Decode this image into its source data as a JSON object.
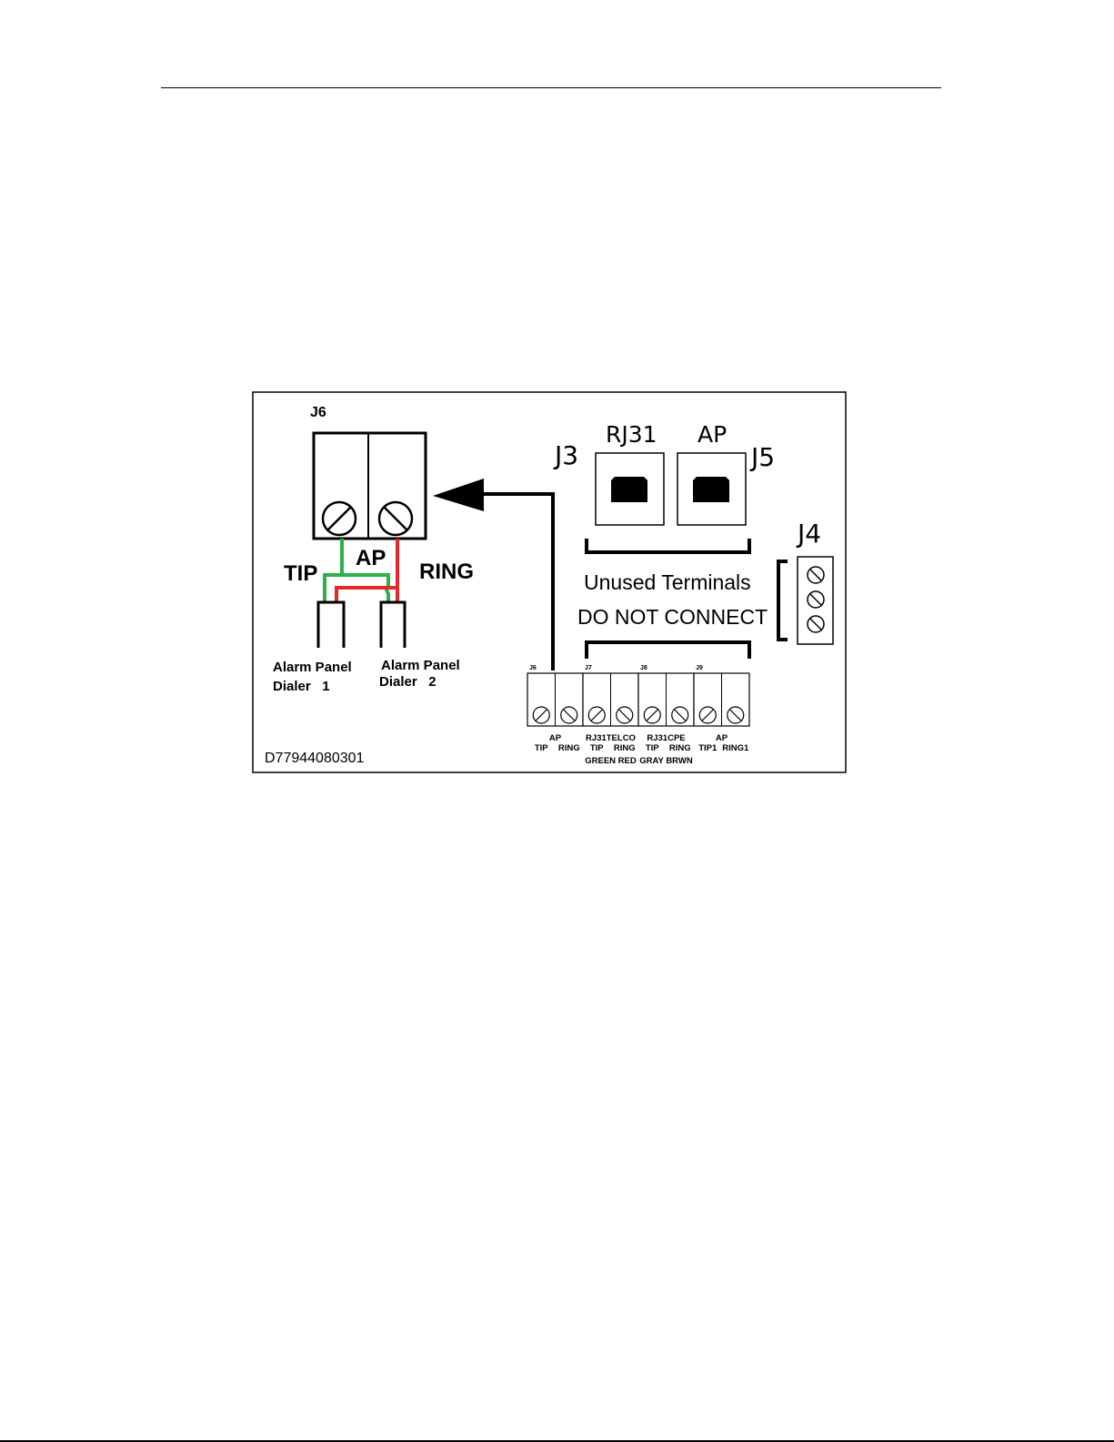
{
  "diagram": {
    "j6_main": {
      "id": "J6",
      "label": "AP",
      "tip": "TIP",
      "ring": "RING"
    },
    "dialers": [
      {
        "line1": "Alarm Panel",
        "line2": "Dialer   1"
      },
      {
        "line1": "Alarm Panel",
        "line2": "Dialer   2"
      }
    ],
    "jacks": {
      "j3": "J3",
      "j5": "J5",
      "rj31": "RJ31",
      "ap": "AP",
      "j4": "J4"
    },
    "note": {
      "line1": "Unused Terminals",
      "line2": "DO NOT CONNECT"
    },
    "terminal_strip": [
      {
        "id": "J6",
        "top": "AP",
        "left": "TIP",
        "right": "RING",
        "bottom": ""
      },
      {
        "id": "J7",
        "top": "RJ31TELCO",
        "left": "TIP",
        "right": "RING",
        "bottom": "GREEN  RED"
      },
      {
        "id": "J8",
        "top": "RJ31CPE",
        "left": "TIP",
        "right": "RING",
        "bottom": "GRAY  BRWN"
      },
      {
        "id": "J9",
        "top": "AP",
        "left": "TIP1",
        "right": "RING1",
        "bottom": ""
      }
    ],
    "part_number": "D77944080301",
    "colors": {
      "tip_wire": "#2db04a",
      "ring_wire": "#e3282b",
      "line": "#000000"
    }
  }
}
